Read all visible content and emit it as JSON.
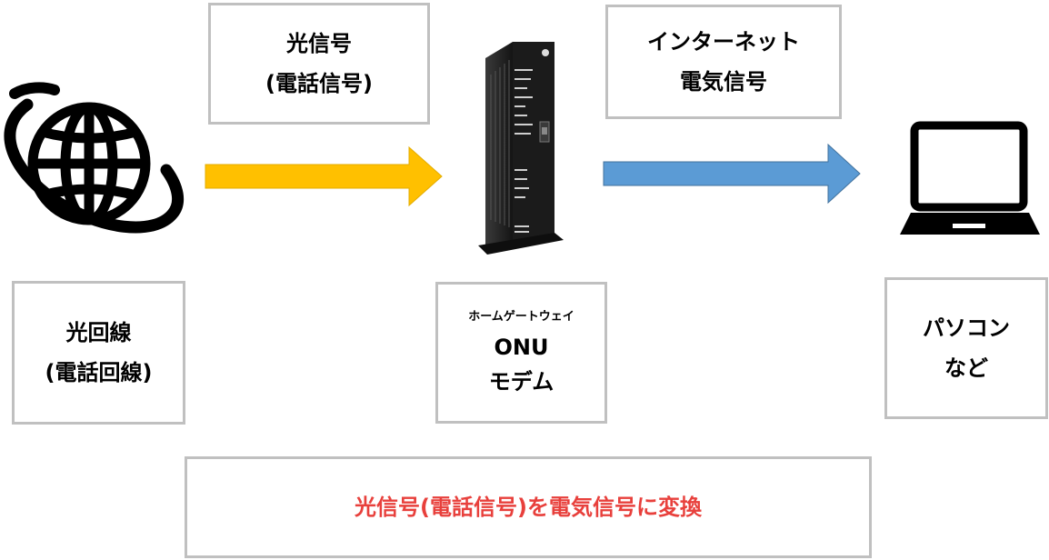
{
  "signal_optical": {
    "line1": "光信号",
    "line2": "(電話信号)"
  },
  "signal_internet": {
    "line1": "インターネット",
    "line2": "電気信号"
  },
  "optical_line": {
    "line1": "光回線",
    "line2": "(電話回線)"
  },
  "device": {
    "line1": "ホームゲートウェイ",
    "line2": "ONU",
    "line3": "モデム"
  },
  "pc": {
    "line1": "パソコン",
    "line2": "など"
  },
  "caption": {
    "text": "光信号(電話信号)を電気信号に変換"
  },
  "colors": {
    "arrow_optical": "#FFC000",
    "arrow_electric": "#5B9BD5",
    "caption_text": "#E8403C",
    "box_border": "#C0C0C0"
  },
  "icons": {
    "globe": "globe-icon",
    "device": "onu-modem-icon",
    "laptop": "laptop-icon"
  }
}
